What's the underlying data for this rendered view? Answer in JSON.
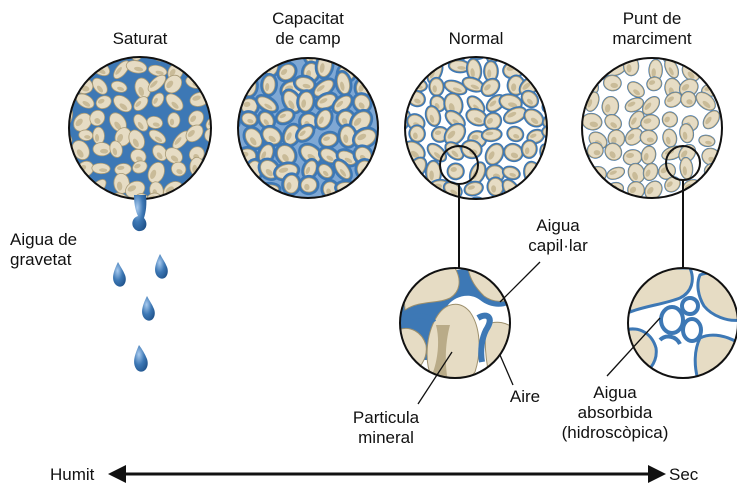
{
  "states": [
    {
      "id": "saturat",
      "label": [
        "Saturat"
      ]
    },
    {
      "id": "capacitat",
      "label": [
        "Capacitat",
        "de camp"
      ]
    },
    {
      "id": "normal",
      "label": [
        "Normal"
      ]
    },
    {
      "id": "marciment",
      "label": [
        "Punt de",
        "marciment"
      ]
    }
  ],
  "annotations": {
    "gravity_water": [
      "Aigua de",
      "gravetat"
    ],
    "capillary_water": [
      "Aigua",
      "capil·lar"
    ],
    "air": "Aire",
    "mineral_particle": [
      "Particula",
      "mineral"
    ],
    "absorbed_water": [
      "Aigua",
      "absorbida",
      "(hidroscòpica)"
    ]
  },
  "scale": {
    "left": "Humit",
    "right": "Sec"
  },
  "colors": {
    "water": "#3d78b5",
    "grain": "#e6dcc4",
    "grain_shadow": "#b9ab88",
    "outline": "#111111",
    "air": "#ffffff"
  }
}
